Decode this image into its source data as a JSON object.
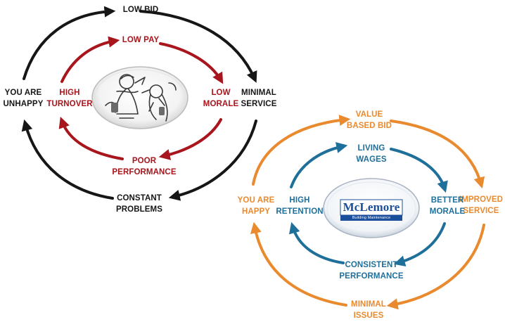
{
  "colors": {
    "outer_dark": "#161616",
    "inner_red": "#a8151c",
    "outer_orange": "#ea8a2e",
    "inner_blue": "#1f6f9b"
  },
  "negative_cycle": {
    "outer": {
      "top": "LOW BID",
      "right_line1": "MINIMAL",
      "right_line2": "SERVICE",
      "bottom_line1": "CONSTANT",
      "bottom_line2": "PROBLEMS",
      "left_line1": "YOU ARE",
      "left_line2": "UNHAPPY"
    },
    "inner": {
      "top": "LOW PAY",
      "right_line1": "LOW",
      "right_line2": "MORALE",
      "bottom_line1": "POOR",
      "bottom_line2": "PERFORMANCE",
      "left_line1": "HIGH",
      "left_line2": "TURNOVER"
    },
    "center_image": "stressed-workers-illustration"
  },
  "positive_cycle": {
    "outer": {
      "top_line1": "VALUE",
      "top_line2": "BASED BID",
      "right_line1": "IMPROVED",
      "right_line2": "SERVICE",
      "bottom_line1": "MINIMAL",
      "bottom_line2": "ISSUES",
      "left_line1": "YOU ARE",
      "left_line2": "HAPPY"
    },
    "inner": {
      "top_line1": "LIVING",
      "top_line2": "WAGES",
      "right_line1": "BETTER",
      "right_line2": "MORALE",
      "bottom_line1": "CONSISTENT",
      "bottom_line2": "PERFORMANCE",
      "left_line1": "HIGH",
      "left_line2": "RETENTION"
    },
    "logo": {
      "name": "McLemore",
      "tagline": "Building Maintenance"
    }
  }
}
